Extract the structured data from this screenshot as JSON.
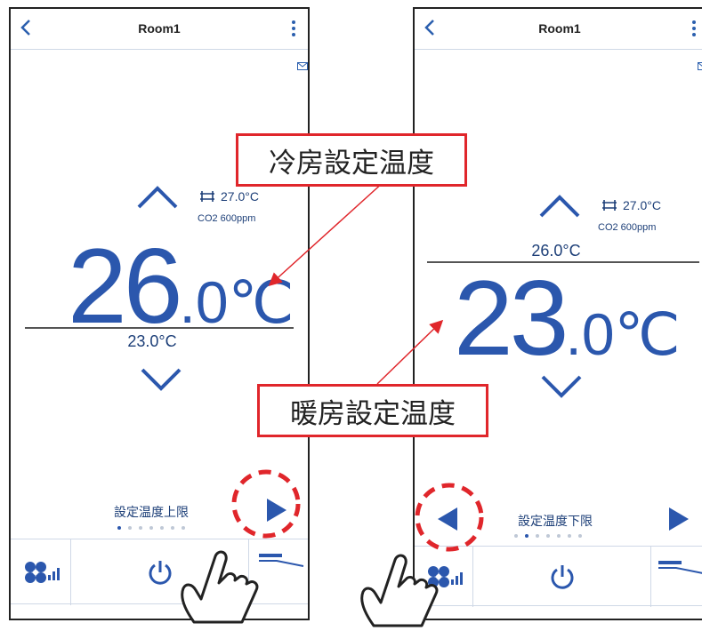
{
  "screens": [
    {
      "title": "Room1",
      "setpoint_int": "26",
      "setpoint_dec": ".0℃",
      "secondary_temp": "23.0°C",
      "outdoor_temp": "27.0°C",
      "co2": "CO2  600ppm",
      "page_label": "設定温度上限",
      "page_dots_total": 7,
      "page_dot_active": 0
    },
    {
      "title": "Room1",
      "setpoint_int": "23",
      "setpoint_dec": ".0℃",
      "secondary_temp": "26.0°C",
      "outdoor_temp": "27.0°C",
      "co2": "CO2  600ppm",
      "page_label": "設定温度下限",
      "page_dots_total": 7,
      "page_dot_active": 1
    }
  ],
  "callouts": {
    "cooling": "冷房設定温度",
    "heating": "暖房設定温度"
  },
  "colors": {
    "accent": "#2b57ad",
    "highlight": "#e0262b"
  },
  "icons": {
    "back": "chevron-left-icon",
    "menu": "more-vertical-icon",
    "up": "chevron-up-icon",
    "down": "chevron-down-icon",
    "next": "triangle-right-icon",
    "prev": "triangle-left-icon",
    "fan": "fan-speed-icon",
    "power": "power-icon",
    "mode": "airflow-icon",
    "touch": "hand-pointer-icon"
  }
}
